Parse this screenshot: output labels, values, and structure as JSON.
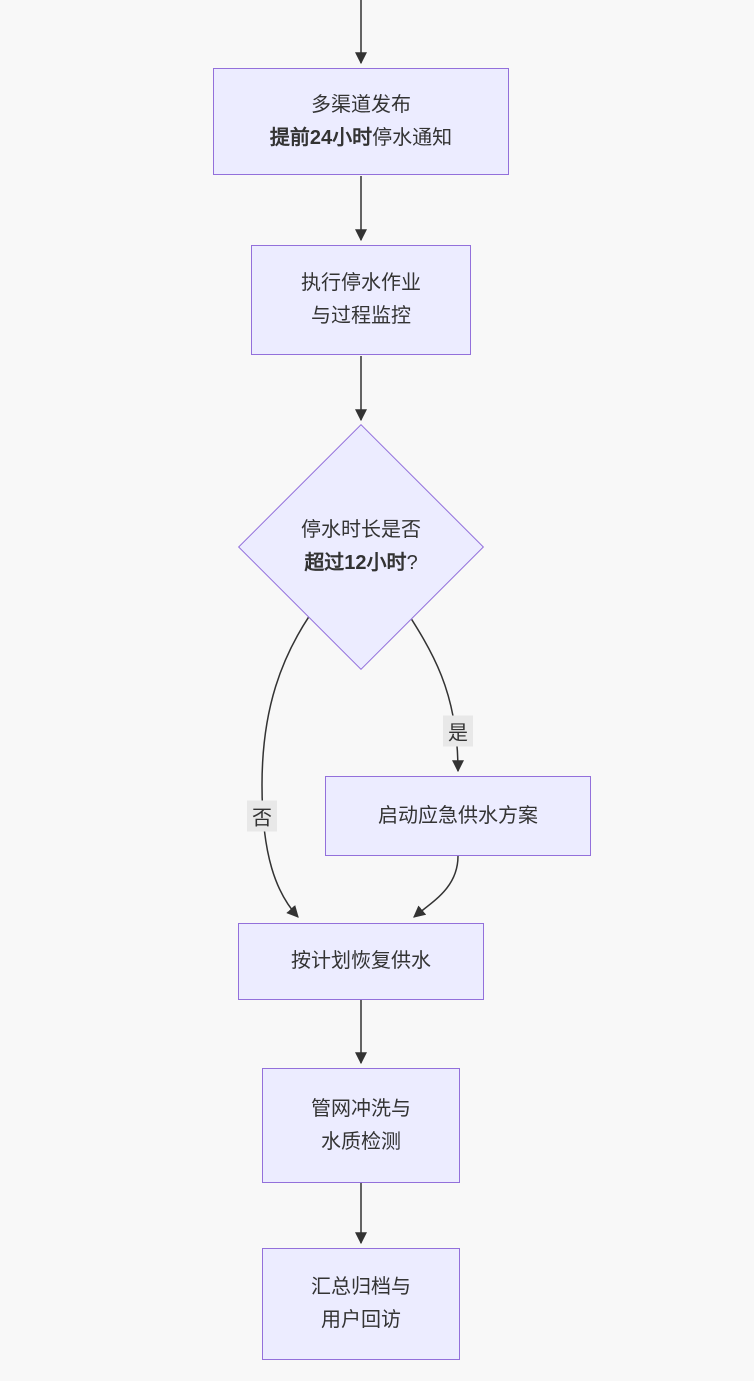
{
  "flowchart": {
    "nodes": {
      "notice": {
        "line1": "多渠道发布",
        "line2_bold": "提前24小时",
        "line2_rest": "停水通知"
      },
      "execute": {
        "line1": "执行停水作业",
        "line2": "与过程监控"
      },
      "decision": {
        "line1": "停水时长是否",
        "line2_bold": "超过12小时",
        "line2_rest": "?"
      },
      "emergency": {
        "label": "启动应急供水方案"
      },
      "restore": {
        "label": "按计划恢复供水"
      },
      "flush": {
        "line1": "管网冲洗与",
        "line2": "水质检测"
      },
      "archive": {
        "line1": "汇总归档与",
        "line2": "用户回访"
      }
    },
    "edge_labels": {
      "yes": "是",
      "no": "否"
    },
    "colors": {
      "node_fill": "#ECECFF",
      "node_border": "#9370DB",
      "arrow": "#333333",
      "edge_label_bg": "#e8e8e8",
      "text": "#333333",
      "background": "#f8f8f8"
    }
  }
}
